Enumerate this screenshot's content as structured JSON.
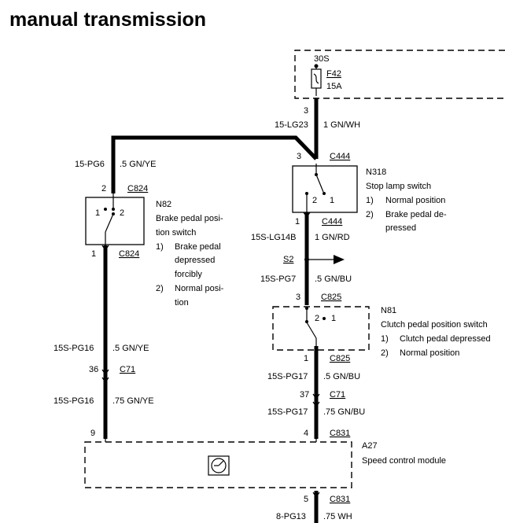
{
  "title": "manual transmission",
  "fuse": {
    "supply": "30S",
    "id": "F42",
    "rating": "15A",
    "pin": "3"
  },
  "wires": {
    "lg23": {
      "circuit": "15-LG23",
      "spec": "1 GN/WH"
    },
    "pg6": {
      "circuit": "15-PG6",
      "spec": ".5 GN/YE"
    },
    "lg14b": {
      "circuit": "15S-LG14B",
      "spec": "1 GN/RD"
    },
    "pg7": {
      "circuit": "15S-PG7",
      "spec": ".5 GN/BU"
    },
    "pg16a": {
      "circuit": "15S-PG16",
      "spec": ".5 GN/YE"
    },
    "pg16b": {
      "circuit": "15S-PG16",
      "spec": ".75 GN/YE"
    },
    "pg17a": {
      "circuit": "15S-PG17",
      "spec": ".5 GN/BU"
    },
    "pg17b": {
      "circuit": "15S-PG17",
      "spec": ".75 GN/BU"
    },
    "pg13": {
      "circuit": "8-PG13",
      "spec": ".75 WH"
    }
  },
  "connectors": {
    "c444_top": {
      "pin": "3",
      "name": "C444"
    },
    "c444_bot": {
      "pin": "1",
      "name": "C444"
    },
    "c824_top": {
      "pin": "2",
      "name": "C824"
    },
    "c824_bot": {
      "pin": "1",
      "name": "C824"
    },
    "c825_top": {
      "pin": "3",
      "name": "C825"
    },
    "c825_bot": {
      "pin": "1",
      "name": "C825"
    },
    "c71_left": {
      "pin": "36",
      "name": "C71"
    },
    "c71_right": {
      "pin": "37",
      "name": "C71"
    },
    "c831_left": {
      "pin": "9"
    },
    "c831_right": {
      "pin": "4",
      "name": "C831"
    },
    "c831_bot": {
      "pin": "5",
      "name": "C831"
    }
  },
  "splice": {
    "name": "S2"
  },
  "stop_lamp_switch": {
    "id": "N318",
    "name": "Stop lamp switch",
    "pin_a": "2",
    "pin_b": "1",
    "states": [
      {
        "num": "1)",
        "text": "Normal position"
      },
      {
        "num": "2)",
        "text": "Brake pedal de-"
      },
      {
        "num": "",
        "text": "pressed"
      }
    ]
  },
  "brake_pedal_switch": {
    "id": "N82",
    "name_1": "Brake pedal posi-",
    "name_2": "tion switch",
    "pin_a": "1",
    "pin_b": "2",
    "states": [
      {
        "num": "1)",
        "text": "Brake pedal"
      },
      {
        "num": "",
        "text": "depressed"
      },
      {
        "num": "",
        "text": "forcibly"
      },
      {
        "num": "2)",
        "text": "Normal posi-"
      },
      {
        "num": "",
        "text": "tion"
      }
    ]
  },
  "clutch_pedal_switch": {
    "id": "N81",
    "name": "Clutch pedal position switch",
    "pin_a": "2",
    "pin_b": "1",
    "states": [
      {
        "num": "1)",
        "text": "Clutch pedal depressed"
      },
      {
        "num": "2)",
        "text": "Normal position"
      }
    ]
  },
  "module": {
    "id": "A27",
    "name": "Speed control module",
    "icon": "speed-control-icon"
  }
}
